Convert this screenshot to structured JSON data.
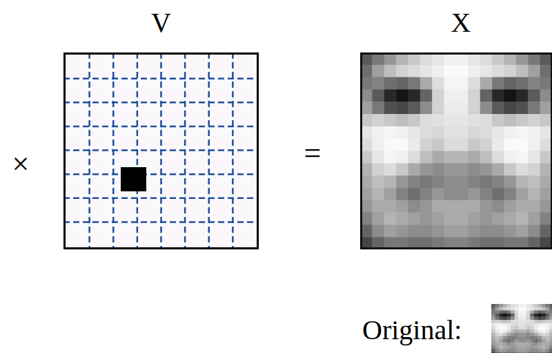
{
  "diagram": {
    "nodes": [
      {
        "text": [
          "V"
        ]
      },
      {
        "text": [
          "X"
        ]
      }
    ],
    "labels": [
      "×",
      "=",
      "Original:"
    ]
  }
}
